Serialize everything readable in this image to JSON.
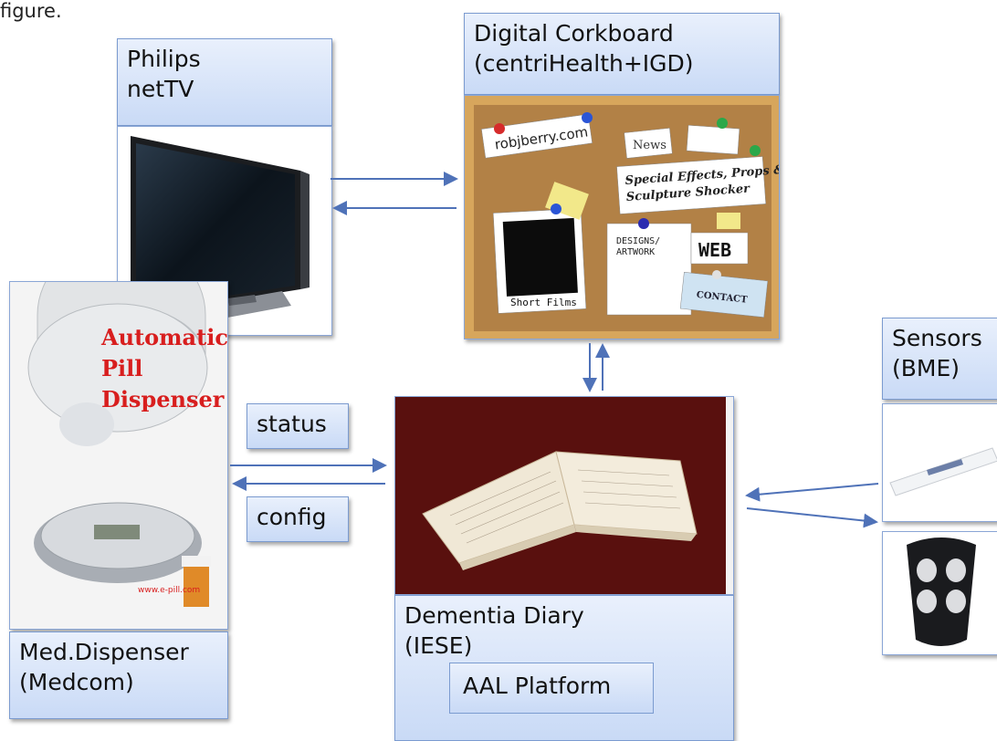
{
  "caption_fragment": "figure.",
  "nodes": {
    "philips": {
      "label": "Philips\nnetTV"
    },
    "corkboard": {
      "label": "Digital Corkboard\n(centriHealth+IGD)",
      "notes": {
        "robj": "robjberry.com",
        "news": "News",
        "special": "Special Effects, Props &\nSculpture Shocker",
        "designs": "DESIGNS/\nARTWORK",
        "web": "WEB",
        "films": "Short Films",
        "contact": "CONTACT"
      }
    },
    "sensors": {
      "label": "Sensors\n(BME)"
    },
    "dispenser": {
      "label": "Med.Dispenser\n(Medcom)",
      "image_text": "Automatic\nPill\nDispenser",
      "url": "www.e-pill.com"
    },
    "diary": {
      "label": "Dementia Diary\n(IESE)",
      "platform": "AAL Platform"
    }
  },
  "edge_labels": {
    "status": "status",
    "config": "config"
  },
  "colors": {
    "arrow": "#4f72b8",
    "box_fill": "#d6e3f8",
    "box_border": "#7b9bd0",
    "cork": "#b8864a",
    "dispenser_text": "#d81e1e"
  }
}
